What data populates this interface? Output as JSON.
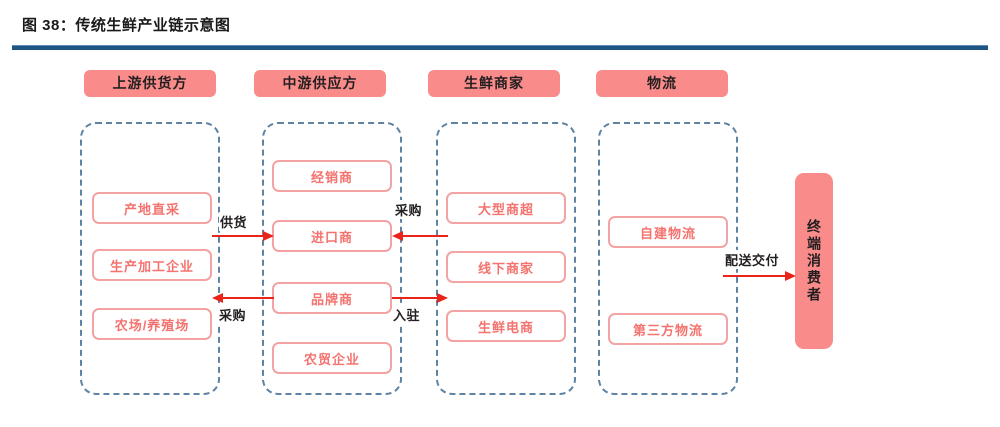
{
  "figure": {
    "title": "图 38：传统生鲜产业链示意图",
    "rule_color": "#1f5582"
  },
  "palette": {
    "header_pill_fill": "#f98b8b",
    "node_border": "#f3a3a3",
    "node_text": "#f4736f",
    "group_dash": "#5f83a3",
    "arrow": "#e8241b"
  },
  "columns": [
    {
      "header": "上游供货方",
      "nodes": [
        "产地直采",
        "生产加工企业",
        "农场/养殖场"
      ]
    },
    {
      "header": "中游供应方",
      "nodes": [
        "经销商",
        "进口商",
        "品牌商",
        "农贸企业"
      ]
    },
    {
      "header": "生鲜商家",
      "nodes": [
        "大型商超",
        "线下商家",
        "生鲜电商"
      ]
    },
    {
      "header": "物流",
      "nodes": [
        "自建物流",
        "第三方物流"
      ]
    }
  ],
  "terminal": {
    "label": "终端消费者"
  },
  "arrows": [
    {
      "id": "supply",
      "label": "供货",
      "direction": "right"
    },
    {
      "id": "purchase",
      "label": "采购",
      "direction": "left"
    },
    {
      "id": "proc",
      "label": "采购",
      "direction": "left"
    },
    {
      "id": "settle",
      "label": "入驻",
      "direction": "right"
    },
    {
      "id": "deliver",
      "label": "配送交付",
      "direction": "right"
    }
  ]
}
